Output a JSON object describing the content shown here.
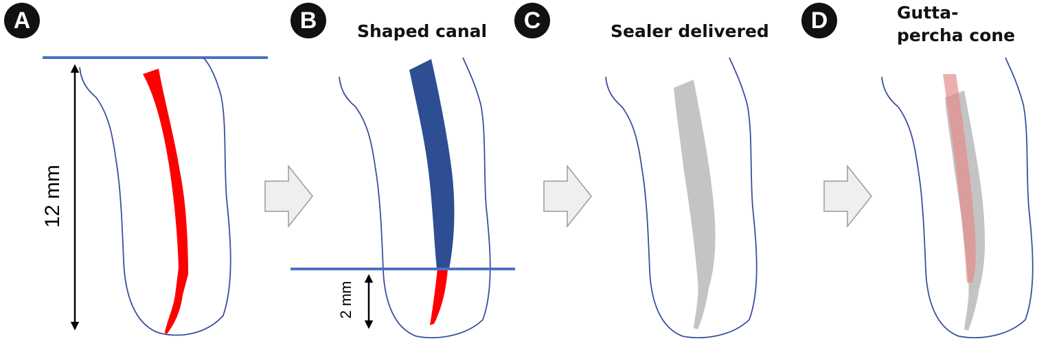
{
  "panels": [
    {
      "letter": "A",
      "caption": ""
    },
    {
      "letter": "B",
      "caption": "Shaped canal"
    },
    {
      "letter": "C",
      "caption": "Sealer delivered"
    },
    {
      "letter": "D",
      "caption": "Gutta-percha cone"
    }
  ],
  "measurements": {
    "full_length": "12 mm",
    "apical_segment": "2 mm"
  },
  "colors": {
    "outline": "#3a4e9c",
    "reference_line": "#4a72c4",
    "canal": "#ff0000",
    "shaped_canal": "#2e4e93",
    "sealer": "#c4c4c4",
    "cone": "#e9a3a3",
    "arrow_fill": "#efefef",
    "arrow_stroke": "#9a9a9a",
    "badge": "#111111"
  },
  "icons": [
    "right-arrow-icon",
    "double-headed-arrow-icon"
  ]
}
